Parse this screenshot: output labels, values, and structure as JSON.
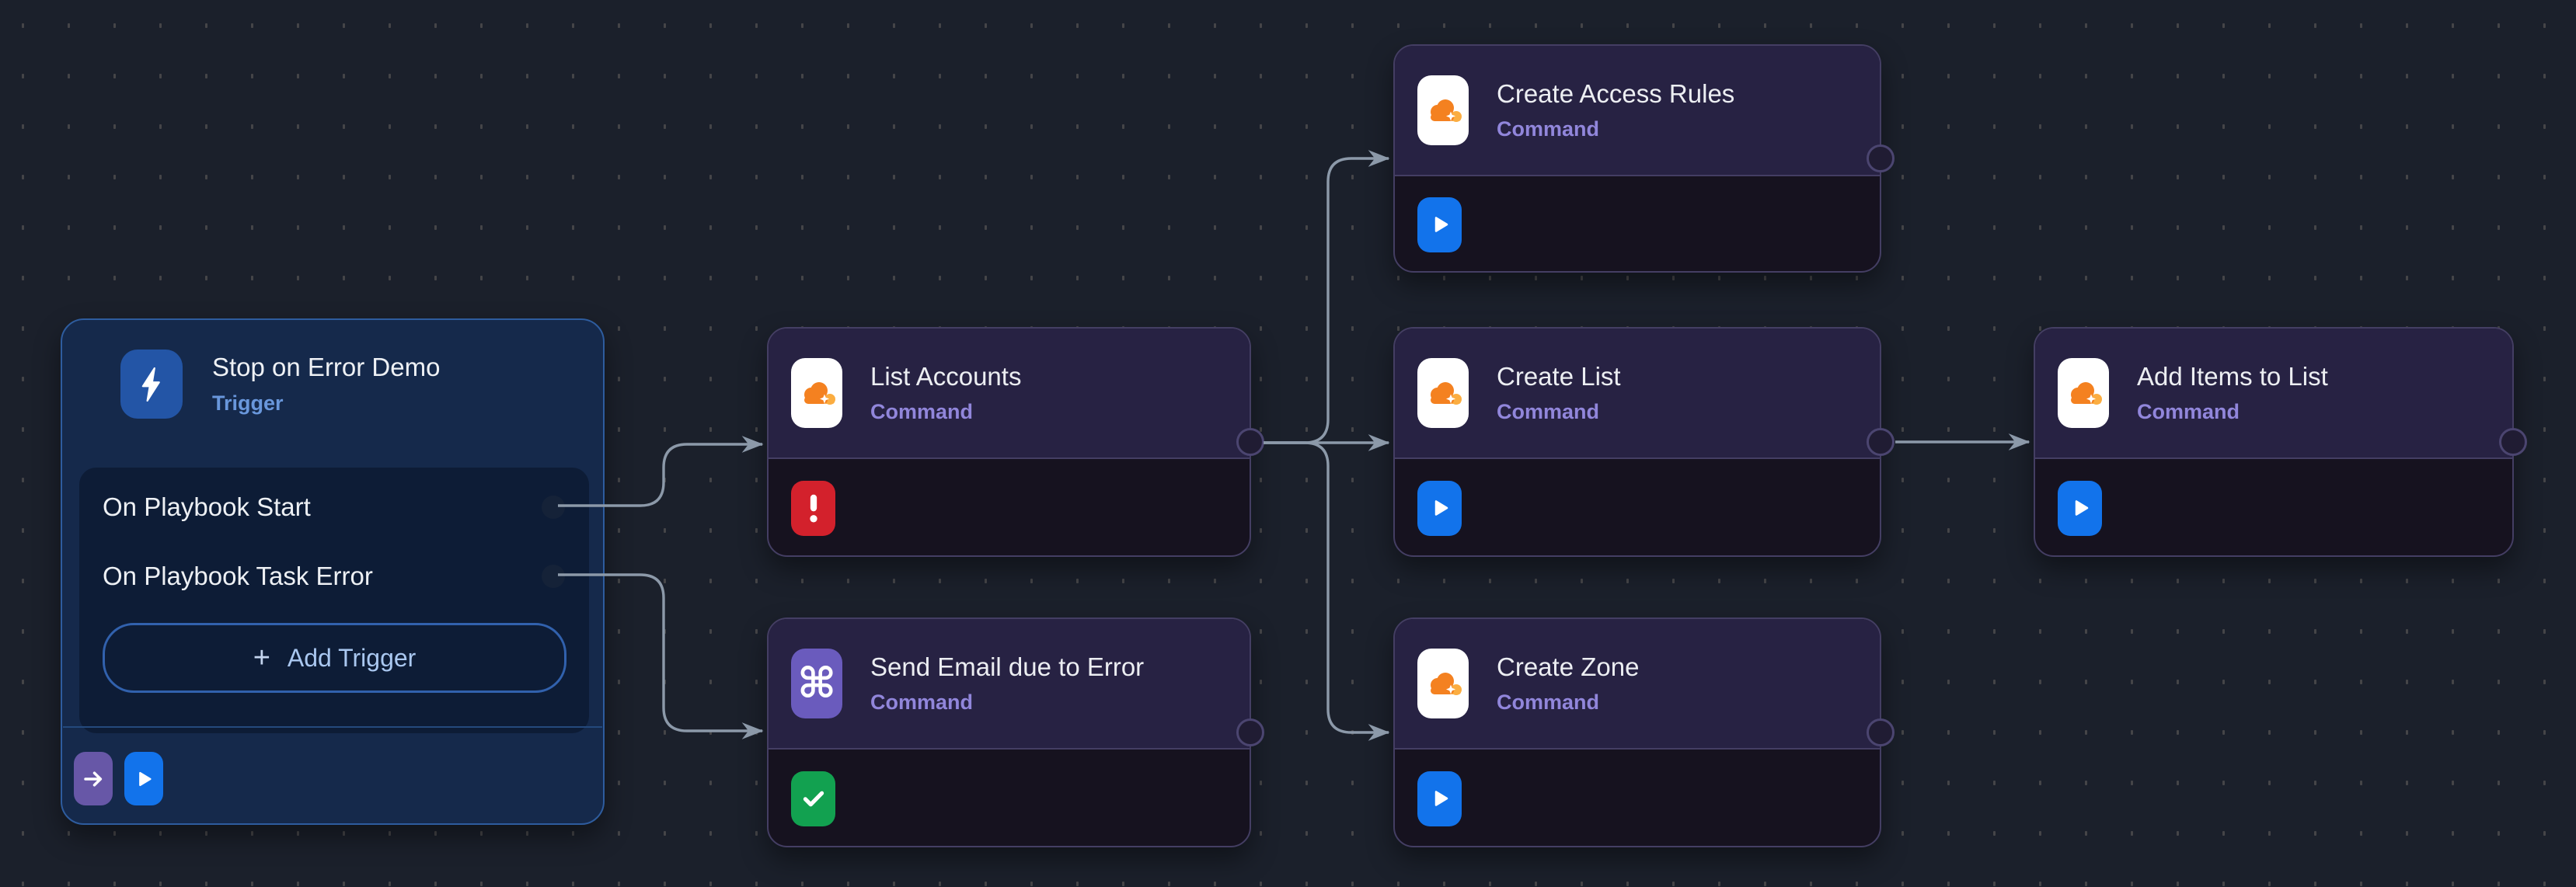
{
  "canvas": {
    "background": "#1b202b",
    "grid_dot_color": "#6a675e",
    "edge_color": "#8c99a9"
  },
  "trigger_node": {
    "title": "Stop on Error Demo",
    "type_label": "Trigger",
    "icon": "lightning-icon",
    "tile_color": "#2355a6",
    "border_color": "#2e5c9e",
    "triggers": [
      {
        "label": "On Playbook Start"
      },
      {
        "label": "On Playbook Task Error"
      }
    ],
    "add_trigger": {
      "plus_glyph": "+",
      "label": "Add Trigger"
    },
    "footer_actions": [
      {
        "name": "continue",
        "icon": "arrow-right-icon",
        "color": "#6757a7"
      },
      {
        "name": "run",
        "icon": "play-icon",
        "color": "#1273eb"
      }
    ]
  },
  "command_nodes": [
    {
      "title": "List Accounts",
      "type_label": "Command",
      "app_icon": "cloudflare-icon",
      "status_icon": "error-exclamation-icon",
      "status_color": "#d3212c"
    },
    {
      "title": "Send Email due to Error",
      "type_label": "Command",
      "app_icon": "command-symbol-icon",
      "status_icon": "success-check-icon",
      "status_color": "#12a150",
      "app_icon_glyph": "⌘"
    },
    {
      "title": "Create Access Rules",
      "type_label": "Command",
      "app_icon": "cloudflare-icon",
      "status_icon": "play-icon",
      "status_color": "#1273eb"
    },
    {
      "title": "Create List",
      "type_label": "Command",
      "app_icon": "cloudflare-icon",
      "status_icon": "play-icon",
      "status_color": "#1273eb"
    },
    {
      "title": "Create Zone",
      "type_label": "Command",
      "app_icon": "cloudflare-icon",
      "status_icon": "play-icon",
      "status_color": "#1273eb"
    },
    {
      "title": "Add Items to List",
      "type_label": "Command",
      "app_icon": "cloudflare-icon",
      "status_icon": "play-icon",
      "status_color": "#1273eb"
    }
  ],
  "brand_colors": {
    "cloudflare_orange": "#f48120",
    "cloudflare_light_orange": "#fbad41",
    "command_purple": "#6a5bbd",
    "run_blue": "#1273eb"
  }
}
